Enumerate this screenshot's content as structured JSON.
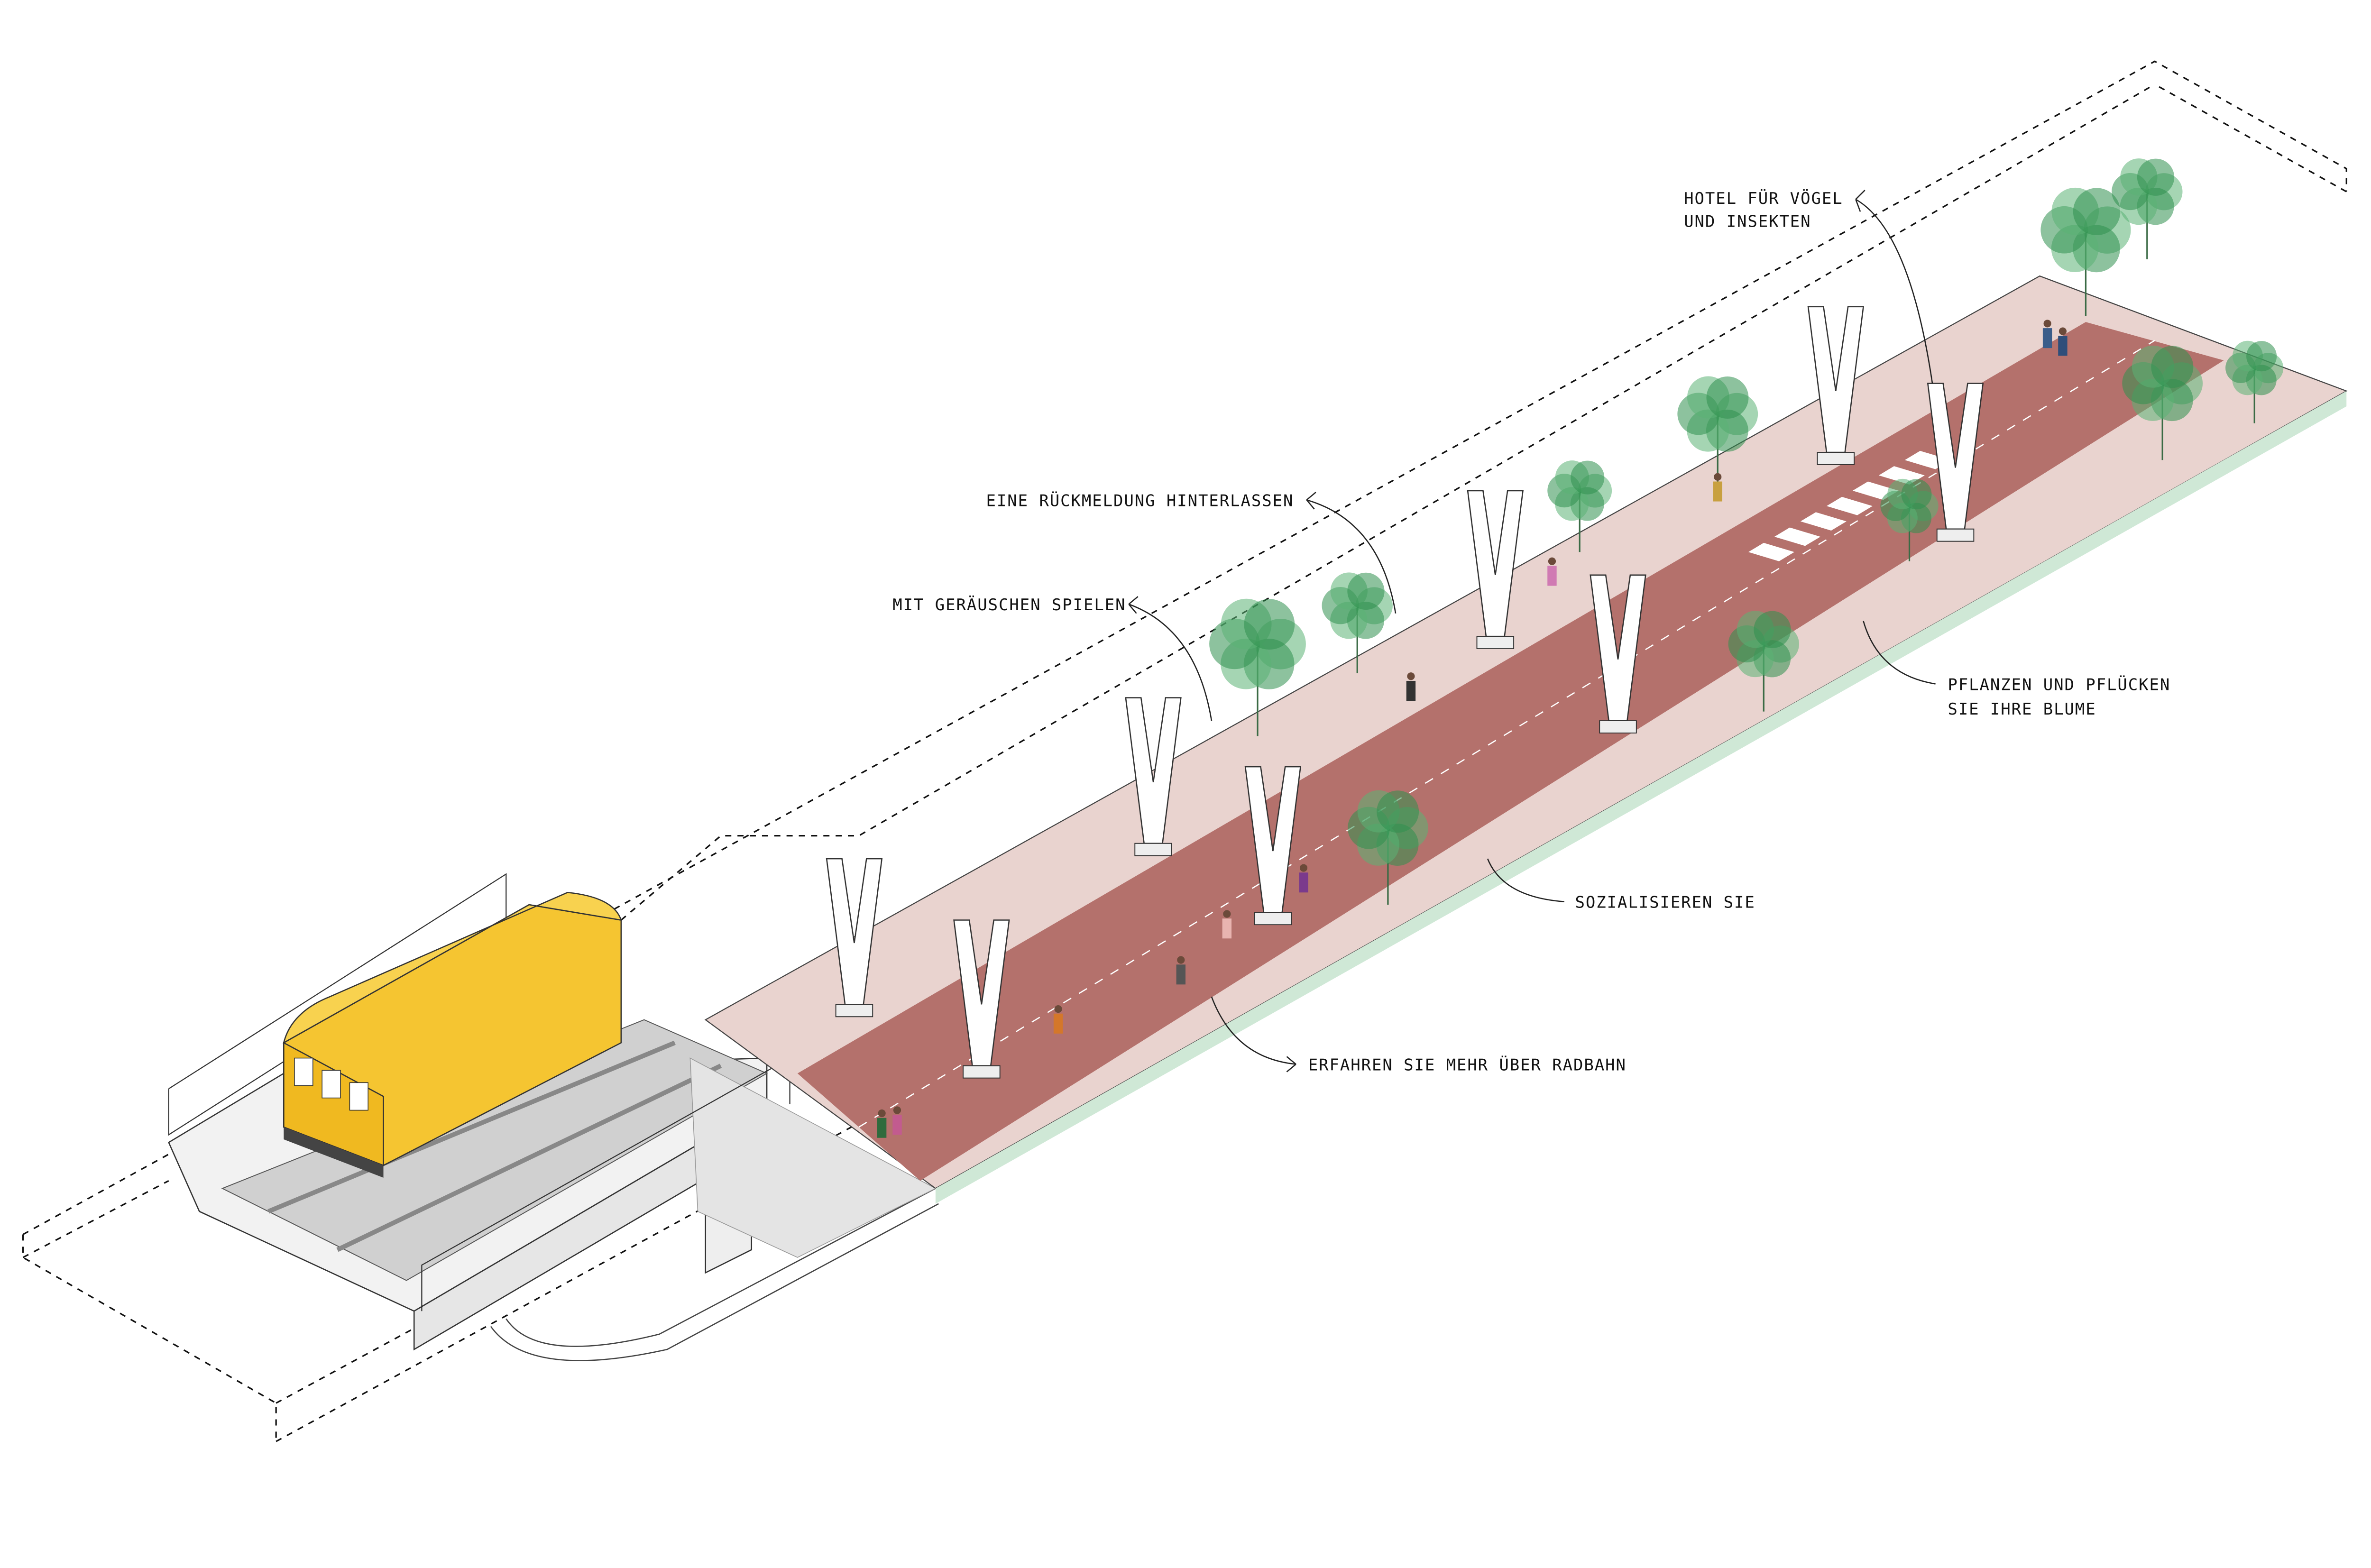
{
  "title": "Radbahn isometric concept diagram",
  "labels": {
    "hotel_line1": "HOTEL FÜR VÖGEL",
    "hotel_line2": "UND INSEKTEN",
    "feedback": "EINE RÜCKMELDUNG HINTERLASSEN",
    "sounds": "MIT GERÄUSCHEN SPIELEN",
    "plants_line1": "PFLANZEN UND PFLÜCKEN",
    "plants_line2": "SIE IHRE BLUME",
    "socialize": "SOZIALISIEREN SIE",
    "learn": "ERFAHREN SIE MEHR ÜBER RADBAHN"
  },
  "colors": {
    "train": "#f5c531",
    "bike_lane": "#b4716c",
    "paving": "#e9d3cf",
    "greenery": "#2f8f4e",
    "pillar": "#ffffff",
    "structure": "#d9d9d9"
  }
}
